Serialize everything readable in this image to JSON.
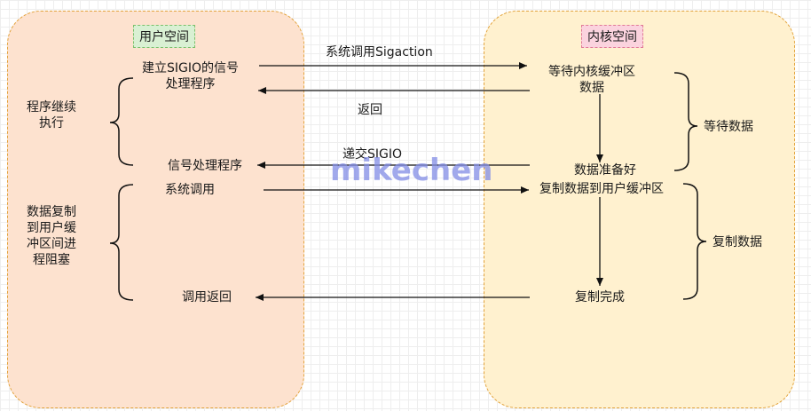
{
  "user_space": {
    "label": "用户空间",
    "left_group_1": "程序继续\n执行",
    "left_group_2": "数据复制\n到用户缓\n冲区间进\n程阻塞",
    "setup": "建立SIGIO的信号\n处理程序",
    "handler": "信号处理程序",
    "syscall": "系统调用",
    "call_return": "调用返回"
  },
  "kernel_space": {
    "label": "内核空间",
    "wait_buffer": "等待内核缓冲区\n数据",
    "data_ready": "数据准备好",
    "copy_to_user": "复制数据到用户缓冲区",
    "copy_done": "复制完成",
    "right_group_1": "等待数据",
    "right_group_2": "复制数据"
  },
  "arrows": {
    "sigaction": "系统调用Sigaction",
    "return": "返回",
    "deliver_sigio": "递交SIGIO"
  },
  "watermark": "mikechen",
  "colors": {
    "user_panel": "#fde2cf",
    "kernel_panel": "#fff1cf",
    "panel_border": "#e2a23a",
    "user_tag": "#d9f0d3",
    "kernel_tag": "#fbd3de",
    "watermark": "#828ce6"
  }
}
